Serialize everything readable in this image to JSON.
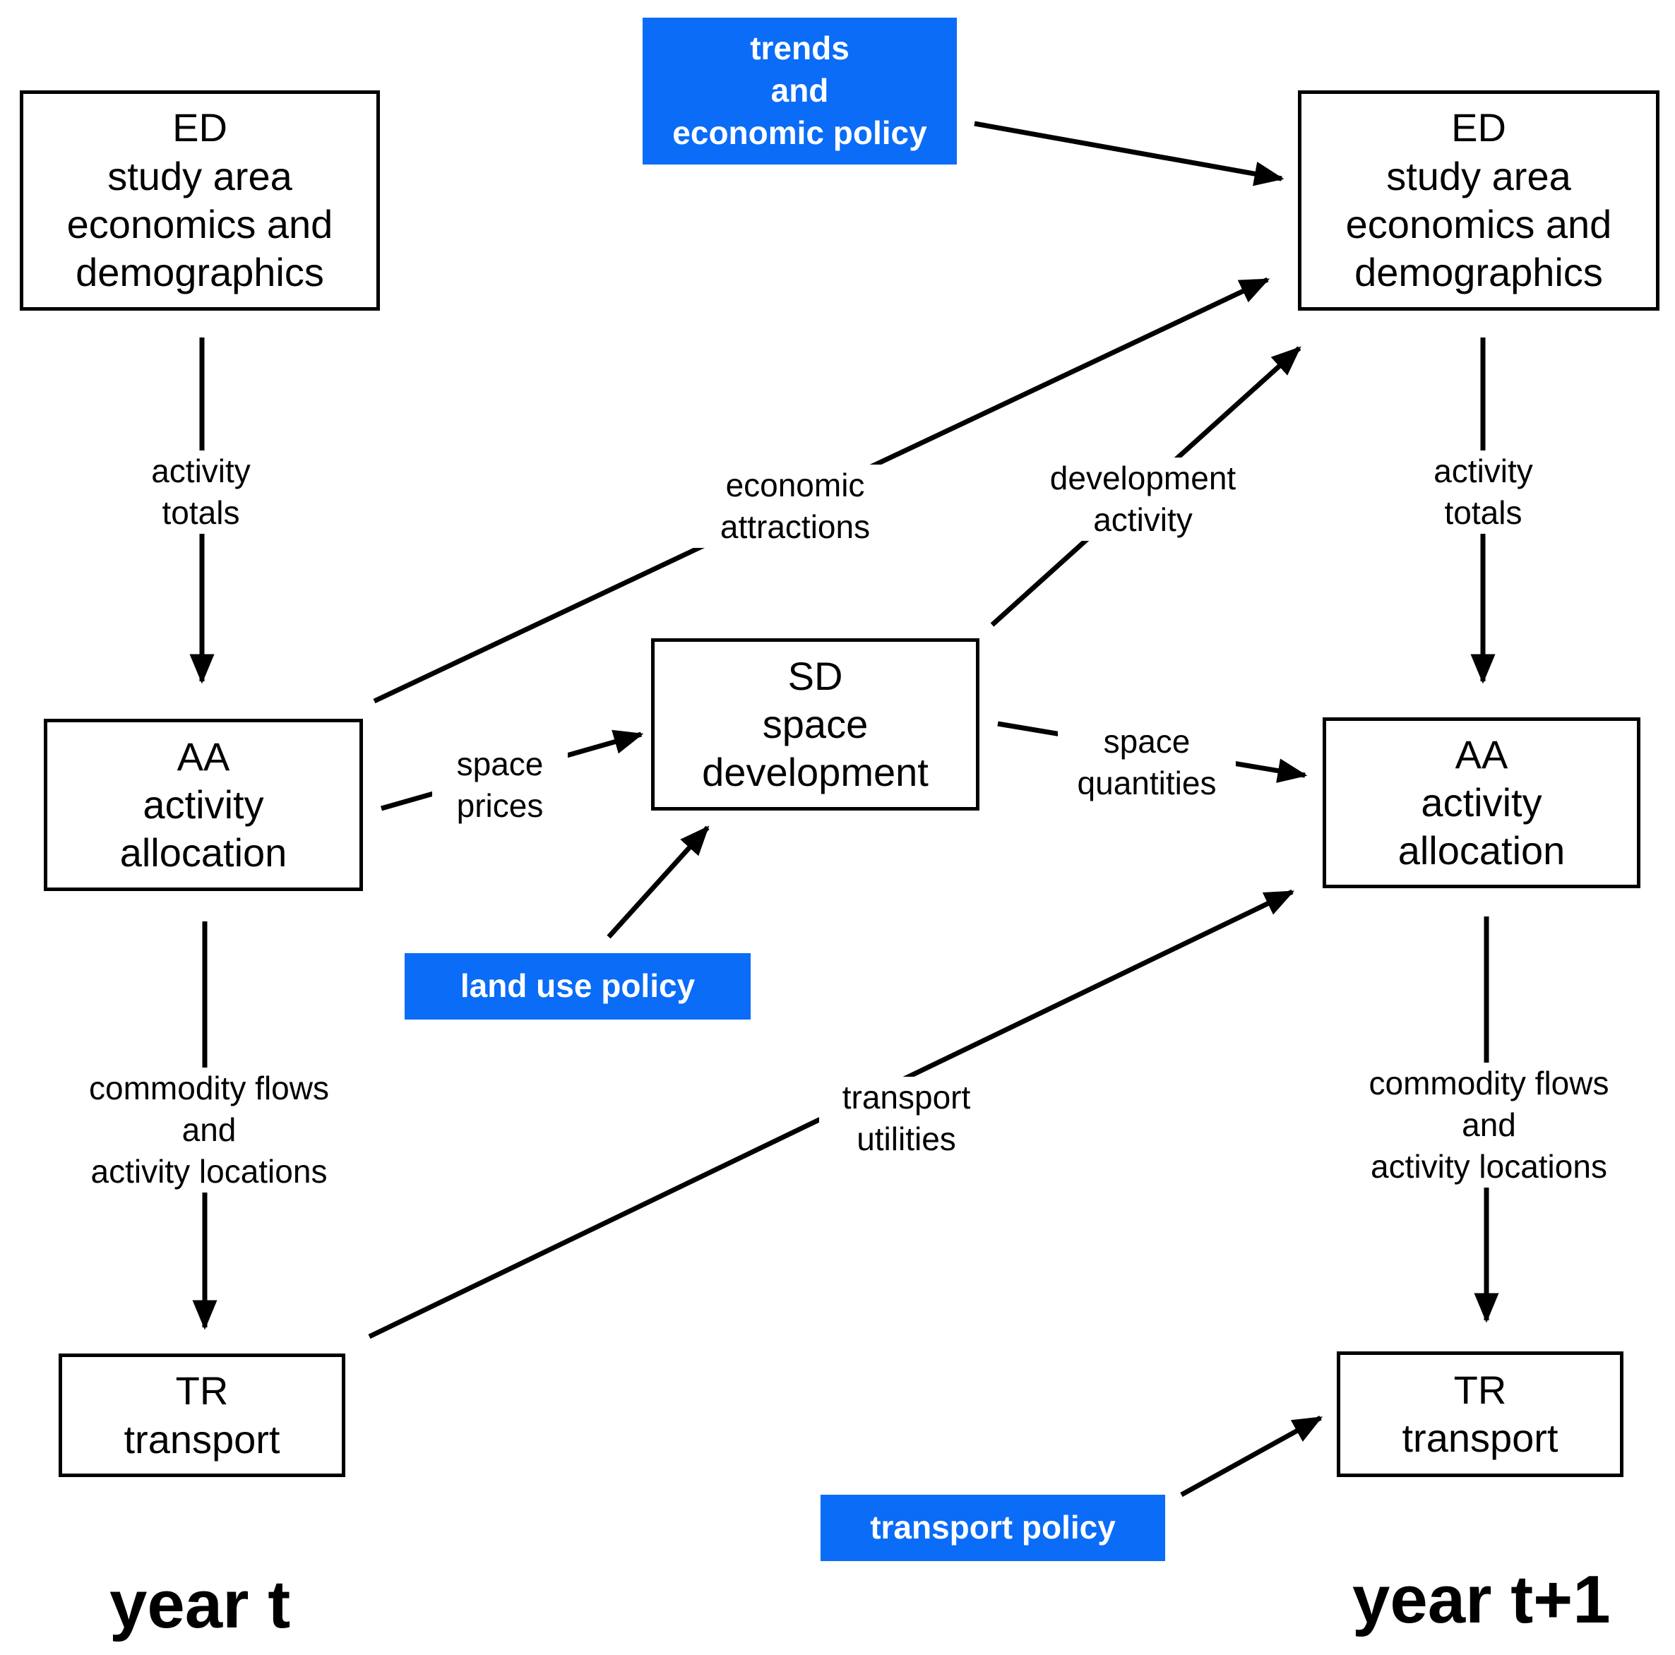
{
  "boxes": {
    "ed_left": {
      "code": "ED",
      "lines": [
        "study area",
        "economics and",
        "demographics"
      ]
    },
    "aa_left": {
      "code": "AA",
      "lines": [
        "activity",
        "allocation"
      ]
    },
    "tr_left": {
      "code": "TR",
      "lines": [
        "transport"
      ]
    },
    "sd_mid": {
      "code": "SD",
      "lines": [
        "space",
        "development"
      ]
    },
    "ed_right": {
      "code": "ED",
      "lines": [
        "study area",
        "economics and",
        "demographics"
      ]
    },
    "aa_right": {
      "code": "AA",
      "lines": [
        "activity",
        "allocation"
      ]
    },
    "tr_right": {
      "code": "TR",
      "lines": [
        "transport"
      ]
    }
  },
  "policies": {
    "trends": [
      "trends",
      "and",
      "economic policy"
    ],
    "land_use": "land use policy",
    "transport": "transport policy"
  },
  "flow_labels": {
    "activity_totals_left": [
      "activity",
      "totals"
    ],
    "activity_totals_right": [
      "activity",
      "totals"
    ],
    "commodity_left": [
      "commodity flows",
      "and",
      "activity locations"
    ],
    "commodity_right": [
      "commodity flows",
      "and",
      "activity locations"
    ],
    "economic_attractions": [
      "economic",
      "attractions"
    ],
    "development_activity": [
      "development",
      "activity"
    ],
    "space_prices": [
      "space",
      "prices"
    ],
    "space_quantities": [
      "space",
      "quantities"
    ],
    "transport_utilities": [
      "transport",
      "utilities"
    ]
  },
  "years": {
    "left": "year t",
    "right": "year t+1"
  },
  "colors": {
    "policy_fill": "#0a6cf7",
    "policy_text": "#ffffff",
    "line": "#000000"
  }
}
